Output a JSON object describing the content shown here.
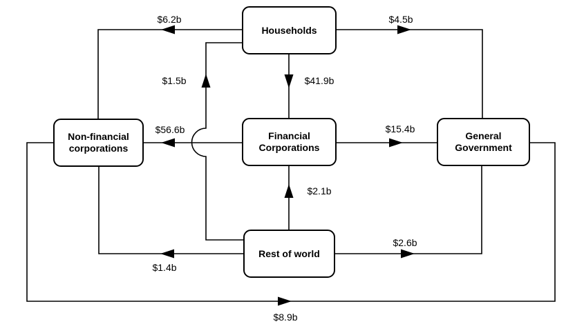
{
  "diagram": {
    "nodes": {
      "households": {
        "label": "Households"
      },
      "non_financial": {
        "label": "Non-financial corporations"
      },
      "financial": {
        "label": "Financial Corporations"
      },
      "government": {
        "label": "General Government"
      },
      "rest_of_world": {
        "label": "Rest of world"
      }
    },
    "flows": {
      "households_to_non_financial": {
        "amount": "$6.2b",
        "from": "Households",
        "to": "Non-financial corporations"
      },
      "households_to_government": {
        "amount": "$4.5b",
        "from": "Households",
        "to": "General Government"
      },
      "households_to_financial": {
        "amount": "$41.9b",
        "from": "Households",
        "to": "Financial Corporations"
      },
      "rest_of_world_to_households": {
        "amount": "$1.5b",
        "from": "Rest of world",
        "to": "Households"
      },
      "financial_to_non_financial": {
        "amount": "$56.6b",
        "from": "Financial Corporations",
        "to": "Non-financial corporations"
      },
      "financial_to_government": {
        "amount": "$15.4b",
        "from": "Financial Corporations",
        "to": "General Government"
      },
      "rest_of_world_to_financial": {
        "amount": "$2.1b",
        "from": "Rest of world",
        "to": "Financial Corporations"
      },
      "rest_of_world_to_government": {
        "amount": "$2.6b",
        "from": "Rest of world",
        "to": "General Government"
      },
      "rest_of_world_to_non_financial": {
        "amount": "$1.4b",
        "from": "Rest of world",
        "to": "Non-financial corporations"
      },
      "non_financial_to_government": {
        "amount": "$8.9b",
        "from": "Non-financial corporations",
        "to": "General Government"
      }
    },
    "colors": {
      "stroke": "#000000",
      "node_fill": "#ffffff",
      "text": "#000000",
      "background": "#ffffff"
    }
  }
}
